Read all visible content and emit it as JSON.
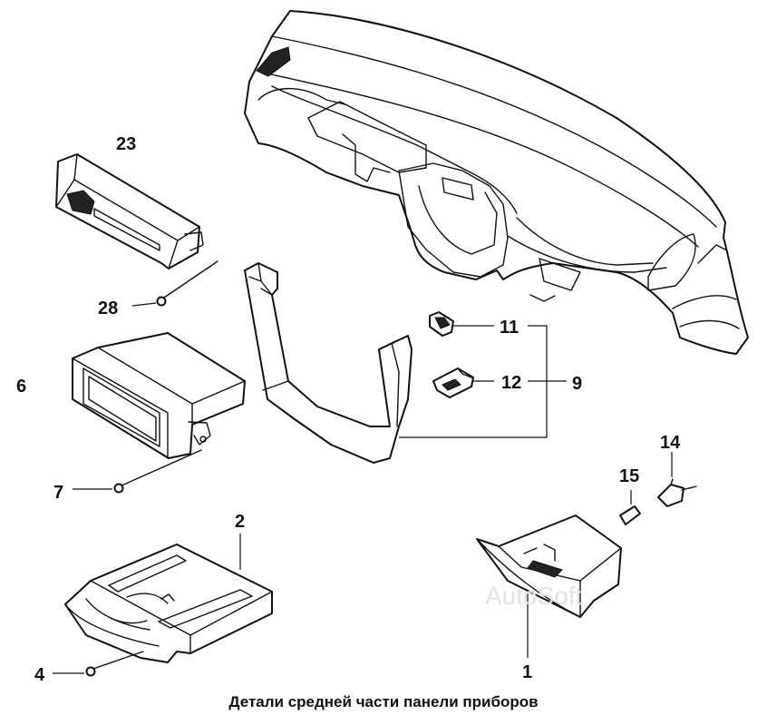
{
  "caption": "Детали средней части панели приборов",
  "watermark": "AutoSoft",
  "callouts": {
    "c1": "1",
    "c2": "2",
    "c4": "4",
    "c6": "6",
    "c7": "7",
    "c9": "9",
    "c11": "11",
    "c12": "12",
    "c14": "14",
    "c15": "15",
    "c23": "23",
    "c28": "28"
  }
}
